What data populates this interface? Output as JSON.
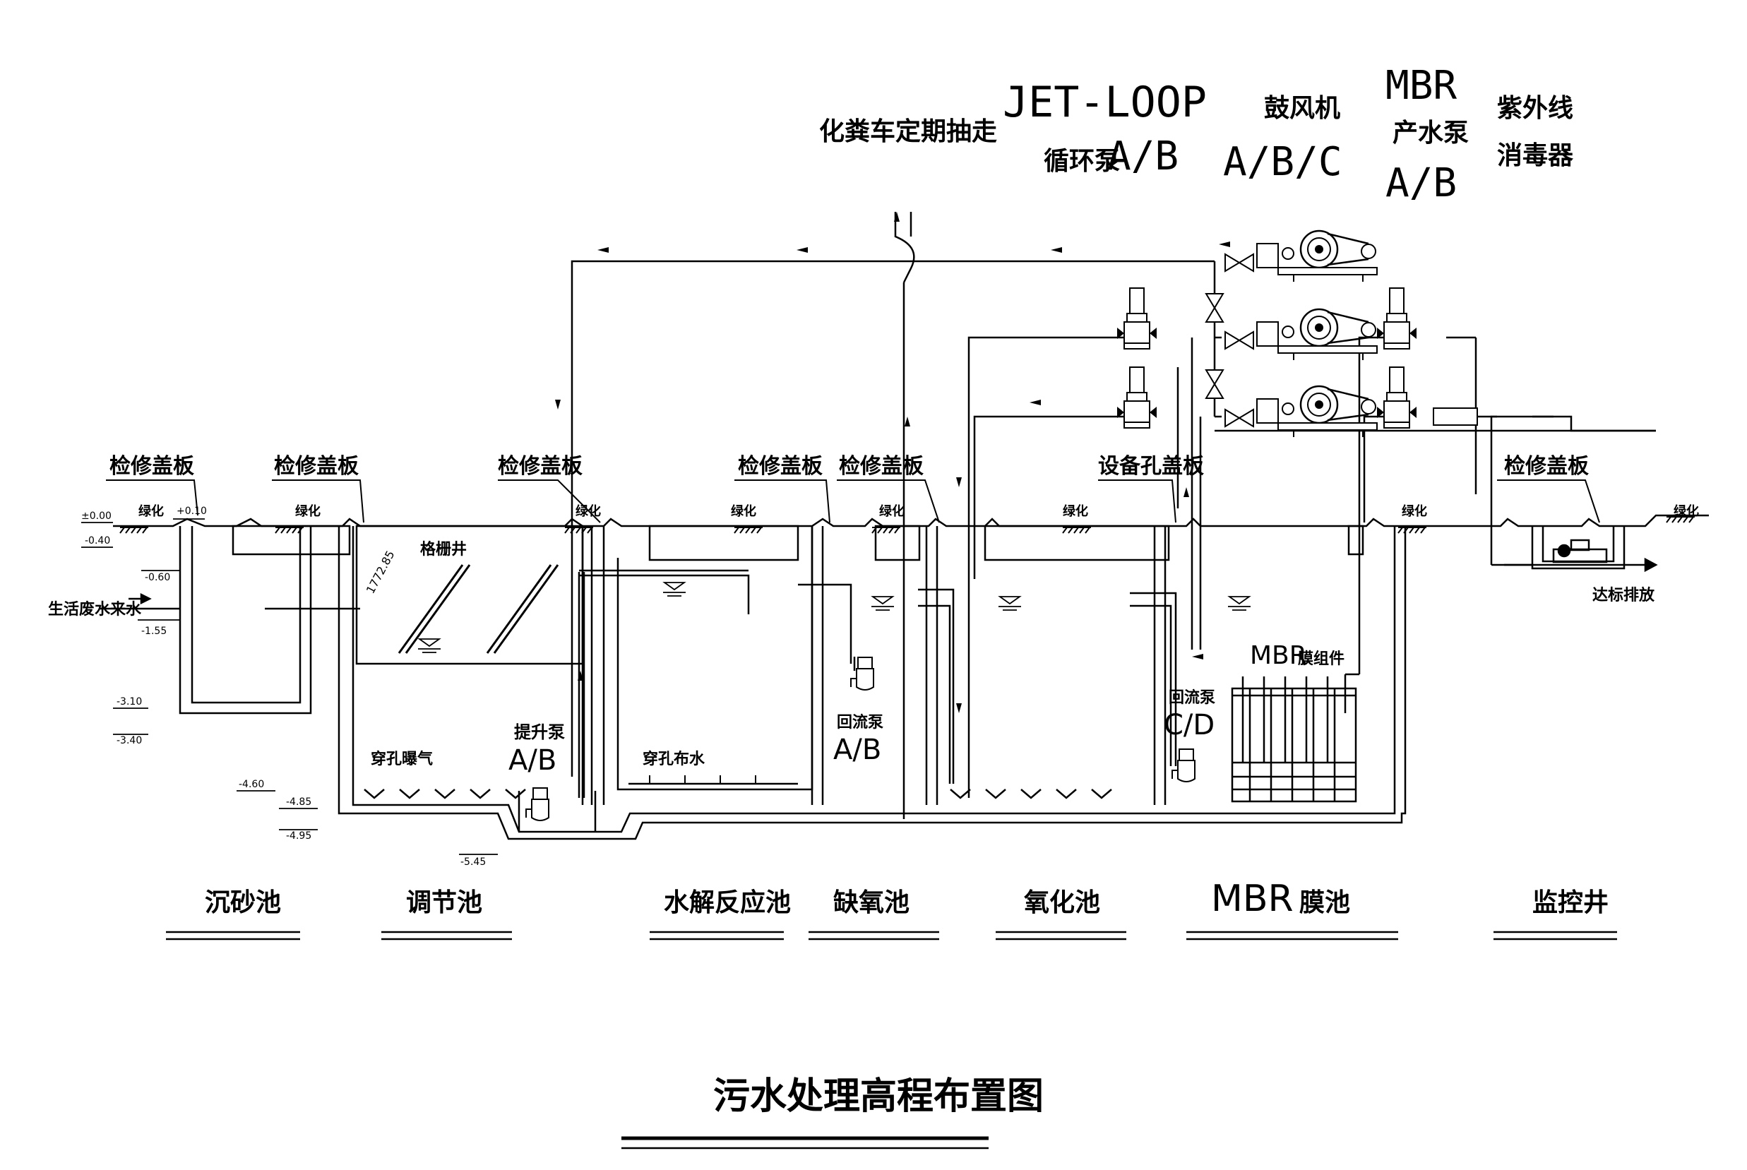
{
  "title": "污水处理高程布置图",
  "header": {
    "truck": "化粪车定期抽走",
    "jetloop_line1": "JET-LOOP",
    "jetloop_line2_cn": "循环泵",
    "jetloop_line2_ab": "A/B",
    "blower_line1": "鼓风机",
    "blower_line2": "A/B/C",
    "mbr_line1": "MBR",
    "mbr_line2": "产水泵",
    "mbr_line3": "A/B",
    "uv_line1": "紫外线",
    "uv_line2": "消毒器"
  },
  "covers": {
    "c1": "检修盖板",
    "c2": "检修盖板",
    "c3": "检修盖板",
    "c4": "检修盖板",
    "c5": "检修盖板",
    "c6": "设备孔盖板",
    "c7": "检修盖板"
  },
  "ground": {
    "g1": "绿化",
    "g2": "绿化",
    "g3": "绿化",
    "g4": "绿化",
    "g5": "绿化",
    "g6": "绿化",
    "g7": "绿化",
    "g8": "绿化"
  },
  "elevations": {
    "e000": "±0.00",
    "e010": "+0.10",
    "e040": "-0.40",
    "e060": "-0.60",
    "e155": "-1.55",
    "e310": "-3.10",
    "e340": "-3.40",
    "e460": "-4.60",
    "e485": "-4.85",
    "e495": "-4.95",
    "e545": "-5.45"
  },
  "labels": {
    "inflow": "生活废水来水",
    "grille": "格栅井",
    "grille_dim": "1772.85",
    "aeration": "穿孔曝气",
    "lift_pump_cn": "提升泵",
    "lift_pump_ab": "A/B",
    "distribution": "穿孔布水",
    "return_pump1_cn": "回流泵",
    "return_pump1_ab": "A/B",
    "return_pump2_cn": "回流泵",
    "return_pump2_ab": "C/D",
    "mbr_module_en": "MBR",
    "mbr_module_cn": "膜组件",
    "discharge": "达标排放"
  },
  "tanks": {
    "t1": "沉砂池",
    "t2": "调节池",
    "t3": "水解反应池",
    "t4": "缺氧池",
    "t5": "氧化池",
    "t6_en": "MBR",
    "t6_cn": "膜池",
    "t7": "监控井"
  }
}
